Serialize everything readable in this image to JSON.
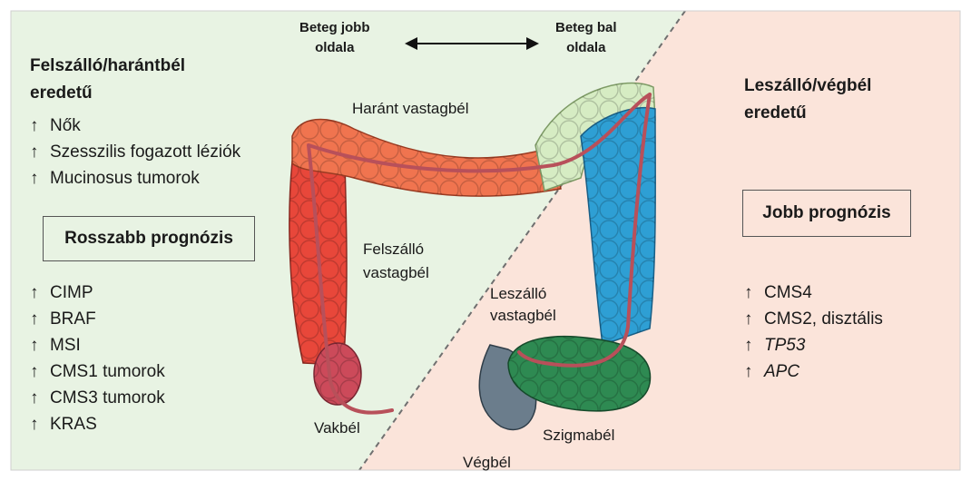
{
  "orientation": {
    "patient_right": [
      "Beteg jobb",
      "oldala"
    ],
    "patient_left": [
      "Beteg bal",
      "oldala"
    ]
  },
  "left_panel": {
    "heading": [
      "Felszálló/harántbél",
      "eredetű"
    ],
    "features": [
      "Nők",
      "Szesszilis fogazott léziók",
      "Mucinosus tumorok"
    ],
    "prognosis": "Rosszabb prognózis",
    "markers": [
      "CIMP",
      "BRAF",
      "MSI",
      "CMS1 tumorok",
      "CMS3 tumorok",
      "KRAS"
    ]
  },
  "right_panel": {
    "heading": [
      "Leszálló/végbél",
      "eredetű"
    ],
    "prognosis": "Jobb prognózis",
    "markers": [
      {
        "label": "CMS4",
        "italic": false
      },
      {
        "label": "CMS2, disztális",
        "italic": false
      },
      {
        "label": "TP53",
        "italic": true
      },
      {
        "label": "APC",
        "italic": true
      }
    ]
  },
  "anatomy": {
    "transverse": "Haránt vastagbél",
    "ascending": [
      "Felszálló",
      "vastagbél"
    ],
    "descending": [
      "Leszálló",
      "vastagbél"
    ],
    "cecum": "Vakbél",
    "sigmoid": "Szigmabél",
    "rectum": "Végbél"
  },
  "increase_symbol": "↑",
  "colors": {
    "left_background": "#e8f3e3",
    "right_background": "#fbe4da",
    "ascending": "#e8473a",
    "transverse": "#f0744f",
    "splenic": "#d6ecc3",
    "descending": "#2e9fd4",
    "sigmoid": "#2e8a52",
    "rectum": "#6b7d8c",
    "cecum": "#cc4a5a",
    "inner_tube": "#b8505a"
  }
}
